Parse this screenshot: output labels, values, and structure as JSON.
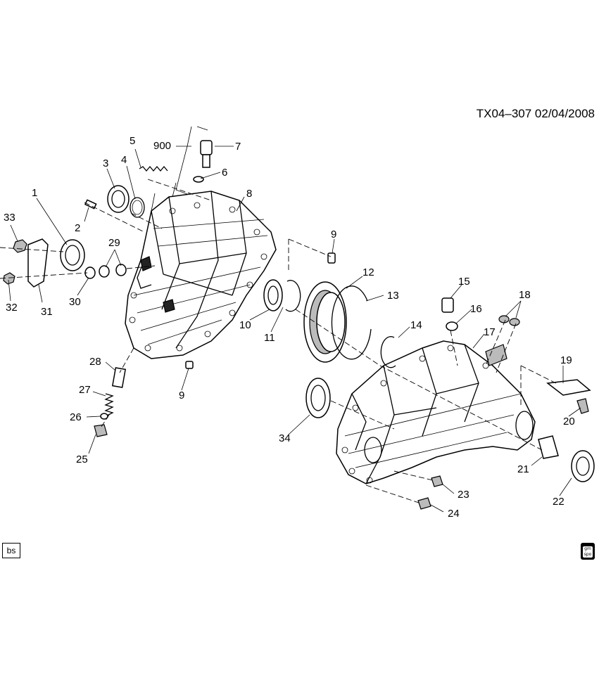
{
  "header": {
    "code": "TX04–307  02/04/2008"
  },
  "footer": {
    "left_tag": "bs",
    "logo_text": "gm spo"
  },
  "callouts": {
    "c1": "1",
    "c2": "2",
    "c3": "3",
    "c4": "4",
    "c5": "5",
    "c6": "6",
    "c7": "7",
    "c8": "8",
    "c9a": "9",
    "c9b": "9",
    "c10": "10",
    "c11": "11",
    "c12": "12",
    "c13": "13",
    "c14": "14",
    "c15": "15",
    "c16": "16",
    "c17": "17",
    "c18": "18",
    "c19": "19",
    "c20": "20",
    "c21": "21",
    "c22": "22",
    "c23": "23",
    "c24": "24",
    "c25": "25",
    "c26": "26",
    "c27": "27",
    "c28": "28",
    "c29": "29",
    "c30": "30",
    "c31": "31",
    "c32": "32",
    "c33": "33",
    "c34": "34",
    "c900": "900"
  }
}
